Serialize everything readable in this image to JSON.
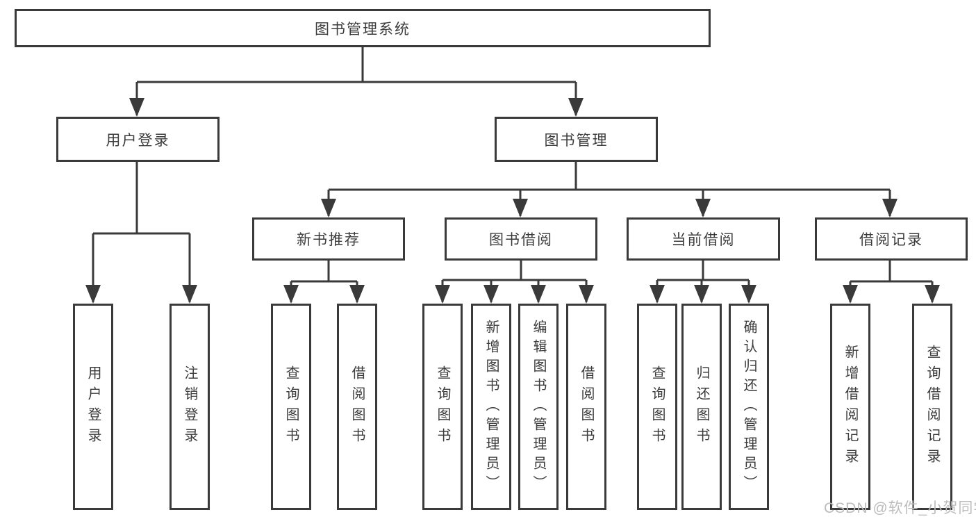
{
  "colors": {
    "line": "#3a3a3a",
    "text": "#3c3c3c",
    "watermark": "#bcbcbc",
    "background": "#ffffff"
  },
  "root": {
    "label": "图书管理系统"
  },
  "branches": [
    {
      "label": "用户登录",
      "children": [
        {
          "label": "用户登录"
        },
        {
          "label": "注销登录"
        }
      ]
    },
    {
      "label": "图书管理",
      "children": [
        {
          "label": "新书推荐",
          "children": [
            {
              "label": "查询图书"
            },
            {
              "label": "借阅图书"
            }
          ]
        },
        {
          "label": "图书借阅",
          "children": [
            {
              "label": "查询图书"
            },
            {
              "label": "新增图书（管理员）"
            },
            {
              "label": "编辑图书（管理员）"
            },
            {
              "label": "借阅图书"
            }
          ]
        },
        {
          "label": "当前借阅",
          "children": [
            {
              "label": "查询图书"
            },
            {
              "label": "归还图书"
            },
            {
              "label": "确认归还（管理员）"
            }
          ]
        },
        {
          "label": "借阅记录",
          "children": [
            {
              "label": "新增借阅记录"
            },
            {
              "label": "查询借阅记录"
            }
          ]
        }
      ]
    }
  ],
  "watermark": "CSDN @软件_小贺同学"
}
